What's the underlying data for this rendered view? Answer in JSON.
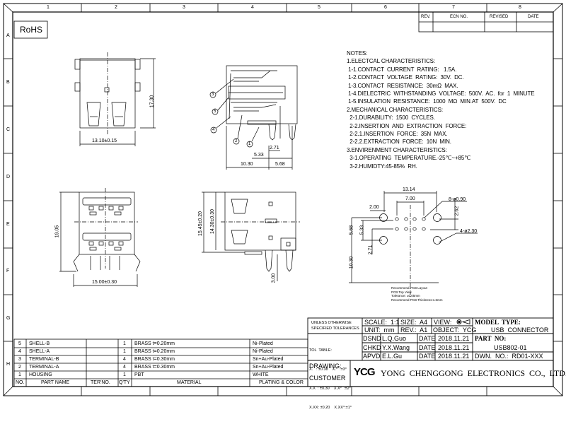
{
  "frame": {
    "columns": [
      "1",
      "2",
      "3",
      "4",
      "5",
      "6",
      "7",
      "8"
    ],
    "rows": [
      "A",
      "B",
      "C",
      "D",
      "E",
      "F",
      "G",
      "H"
    ]
  },
  "rohs": "RoHS",
  "revision_table": {
    "headers": [
      "REV.",
      "ECN NO.",
      "REVISED",
      "DATE"
    ]
  },
  "notes": [
    "NOTES:",
    "1.ELECTCAL  CHARACTERISTICS:",
    " 1-1.CONTACT  CURRENT  RATING:   1.5A.",
    " 1-2.CONTACT  VOLTAGE  RATING:  30V.  DC.",
    " 1-3.CONTACT  RESISTANCE:  30mΩ  MAX.",
    " 1-4.DIELECTRIC  WITHSTANDING  VOLTAGE:  500V.  AC.  for  1  MINUTE",
    " 1-5.INSULATION  RESISTANCE:  1000  MΩ  MIN.AT  500V.  DC",
    "2.MECHANICAL  CHARACTERISTICS:",
    "  2-1.DURABILITY:  1500  CYCLES.",
    "  2-2.INSERTION  AND  EXTRACTION  FORCE:",
    "  2-2.1.INSERTION  FORCE:  35N  MAX.",
    "  2-2.2.EXTRACTION  FORCE:  10N  MIN.",
    "3.ENVIRENMENT  CHARACTERISTICS:",
    "  3-1.OPERATING  TEMPERATURE.-25℃~+85℃",
    "  3-2.HUMIDTY:45-85%  RH."
  ],
  "dimensions": {
    "top_width": "13.10±0.15",
    "top_height": "17.30",
    "side_a": "2.71",
    "side_b": "5.33",
    "side_c": "10.30",
    "side_d": "5.68",
    "front_width": "15.00±0.30",
    "front_height": "19.05",
    "side2_h1": "15.45±0.20",
    "side2_h2": "14.30±0.30",
    "side2_pin": "3.00",
    "pcb_13": "13.14",
    "pcb_7": "7.00",
    "pcb_2": "2.00",
    "pcb_holes_small": "8-ø0.90",
    "pcb_262": "2.62",
    "pcb_holes_large": "4-ø2.30",
    "pcb_568": "5.68",
    "pcb_533": "5.33",
    "pcb_271": "2.71",
    "pcb_1030": "10.30"
  },
  "callouts": [
    "1",
    "2",
    "3",
    "4",
    "5"
  ],
  "pcb_notes": [
    "Recommend PCB Layout",
    "PCB Top View",
    "Tolerance: ±0.05mm",
    "Recommend PCB Thickness:1.6mm"
  ],
  "bom": {
    "headers": [
      "NO.",
      "PART NAME",
      "TER'NO.",
      "Q'TY",
      "MATERIAL",
      "PLATING & COLOR"
    ],
    "rows": [
      {
        "no": "5",
        "name": "SHELL-B",
        "ter": "",
        "qty": "1",
        "material": "BRASS  t=0.20mm",
        "plating": "Ni-Plated"
      },
      {
        "no": "4",
        "name": "SHELL-A",
        "ter": "",
        "qty": "1",
        "material": "BRASS  t=0.20mm",
        "plating": "Ni-Plated"
      },
      {
        "no": "3",
        "name": "TERMINAL-B",
        "ter": "",
        "qty": "4",
        "material": "BRASS  t=0.30mm",
        "plating": "Sn+Au-Plated"
      },
      {
        "no": "2",
        "name": "TERMINAL-A",
        "ter": "",
        "qty": "4",
        "material": "BRASS  t=0.30mm",
        "plating": "Sn+Au-Plated"
      },
      {
        "no": "1",
        "name": "HOUSING",
        "ter": "",
        "qty": "1",
        "material": "PBT",
        "plating": "WHITE"
      }
    ]
  },
  "title_block": {
    "tolerance_title": [
      "UNLESS  OTHERWISE",
      "SPECIFIED  TOLERANCES"
    ],
    "tol_table": [
      "TOL  TABLE:",
      "X.   : ±0.38    X.°  :±3°",
      "X.X  : ±0.30    X.X°  :±2°",
      "X.XX: ±0.20    X.XX°:±1°"
    ],
    "scale": "SCALE:  1:1",
    "size": "SIZE:  A4",
    "view": "VIEW:",
    "unit": "UNIT:  mm",
    "rev": "REV.:  A1",
    "object": "OBJECT:  YCG",
    "model_type_label": "MODEL  TYPE:",
    "model_type": "USB  CONNECTOR",
    "signoffs": [
      {
        "role": "DSND",
        "name": "L.Q.Guo",
        "date_label": "DATE",
        "date": "2018.11.21"
      },
      {
        "role": "CHKD",
        "name": "Y.X.Wang",
        "date_label": "DATE",
        "date": "2018.11.21"
      },
      {
        "role": "APVD",
        "name": "E.L.Gu",
        "date_label": "DATE",
        "date": "2018.11.21"
      }
    ],
    "part_no_label": "PART  NO:",
    "part_no": "USB802-01",
    "dwn_no": "DWN.  NO.:  RD01-XXX",
    "drawing_label": "DRAWING:",
    "customer_label": "CUSTOMER",
    "logo": "YCG",
    "company": "YONG  CHENGGONG  ELECTRONICS  CO.,  LTD."
  }
}
